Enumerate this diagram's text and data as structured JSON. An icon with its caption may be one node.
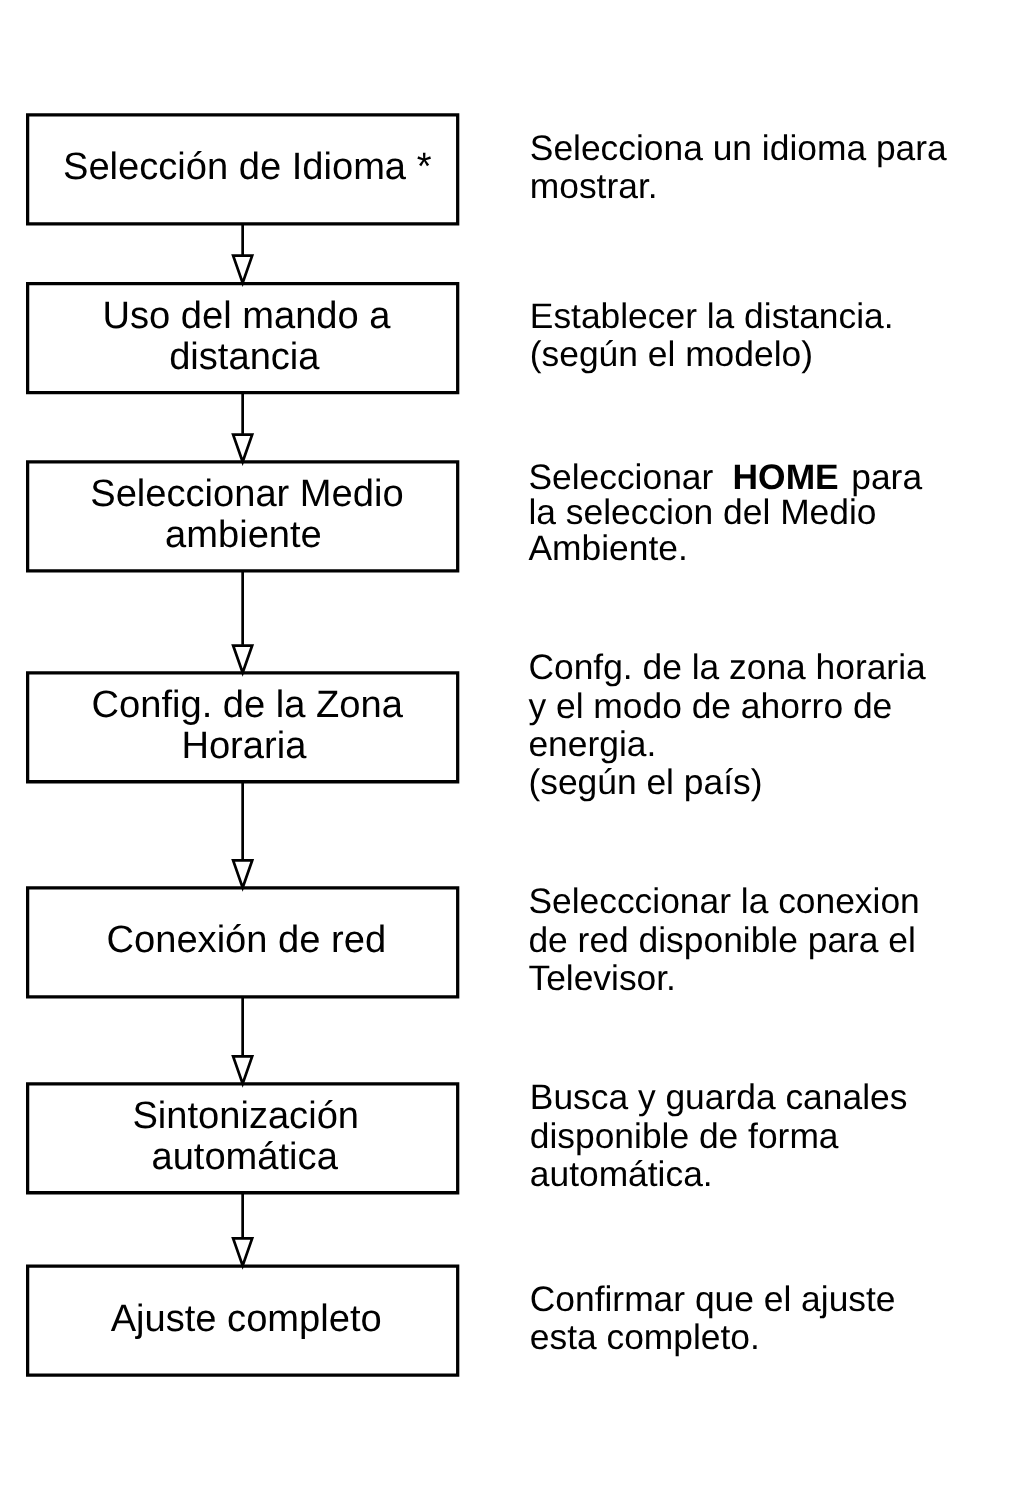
{
  "diagram": {
    "nodes": [
      {
        "text": [
          "Selección de Idioma *"
        ],
        "beside": [
          "Selecciona un idioma para mostrar."
        ]
      },
      {
        "text": [
          "Uso del mando a distancia"
        ],
        "beside": [
          "Establecer la distancia. (según el modelo)"
        ]
      },
      {
        "text": [
          "Seleccionar Medio ambiente"
        ],
        "beside": [
          "Seleccionar **HOME** para la seleccion del Medio Ambiente."
        ]
      },
      {
        "text": [
          "Config. de la Zona Horaria"
        ],
        "beside": [
          "Confg. de la zona horaria y el modo de ahorro de energia.",
          "(según el país)"
        ]
      },
      {
        "text": [
          "Conexión de red"
        ],
        "beside": [
          "Selecccionar la conexion de red disponible para el Televisor."
        ]
      },
      {
        "text": [
          "Sintonización automática"
        ],
        "beside": [
          "Busca y guarda canales disponible de forma automática."
        ]
      },
      {
        "text": [
          "Ajuste completo"
        ],
        "beside": [
          "Confirmar que el ajuste esta completo."
        ]
      }
    ],
    "edges": [
      {
        "from": 0,
        "to": 1,
        "arrow": "to"
      },
      {
        "from": 1,
        "to": 2,
        "arrow": "to"
      },
      {
        "from": 2,
        "to": 3,
        "arrow": "to"
      },
      {
        "from": 3,
        "to": 4,
        "arrow": "to"
      },
      {
        "from": 4,
        "to": 5,
        "arrow": "to"
      },
      {
        "from": 5,
        "to": 6,
        "arrow": "to"
      }
    ]
  }
}
